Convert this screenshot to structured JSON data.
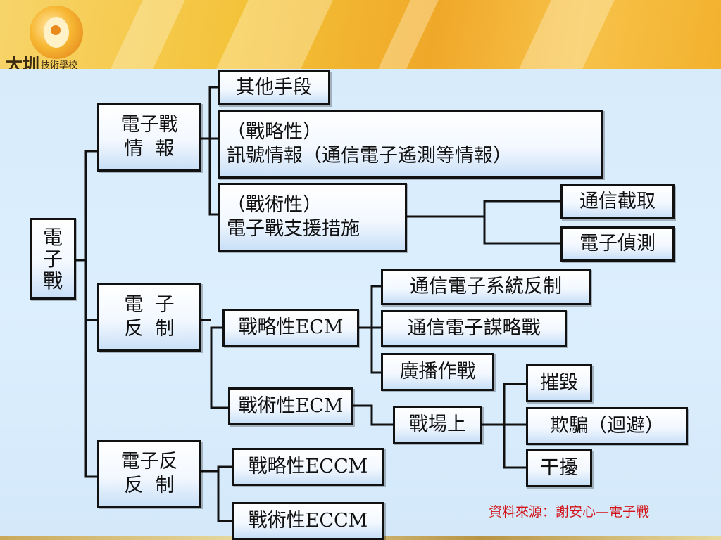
{
  "header": {
    "logo_text": "大圳",
    "logo_subtext": "技術學校"
  },
  "diagram": {
    "root": "電\n子\n戰",
    "esm": "電子戰\n情  報",
    "esm_other": "其他手段",
    "esm_strategic": "（戰略性）\n訊號情報（通信電子遙測等情報）",
    "esm_tactical": "（戰術性）\n電子戰支援措施",
    "esm_intercept": "通信截取",
    "esm_detect": "電子偵測",
    "ecm": "電  子\n反  制",
    "ecm_strategic": "戰略性ECM",
    "ecm_comm_counter": "通信電子系統反制",
    "ecm_comm_deception": "通信電子謀略戰",
    "ecm_broadcast": "廣播作戰",
    "ecm_tactical": "戰術性ECM",
    "ecm_battlefield": "戰場上",
    "ecm_destroy": "摧毀",
    "ecm_deceive": "欺騙（迴避）",
    "ecm_jam": "干擾",
    "eccm": "電子反\n反  制",
    "eccm_strategic": "戰略性ECCM",
    "eccm_tactical": "戰術性ECCM"
  },
  "footer": {
    "source": "資料來源：謝安心—電子戰"
  },
  "colors": {
    "banner": "#f4c238",
    "background": "#d9ecfb",
    "source_text": "#d2141a"
  }
}
